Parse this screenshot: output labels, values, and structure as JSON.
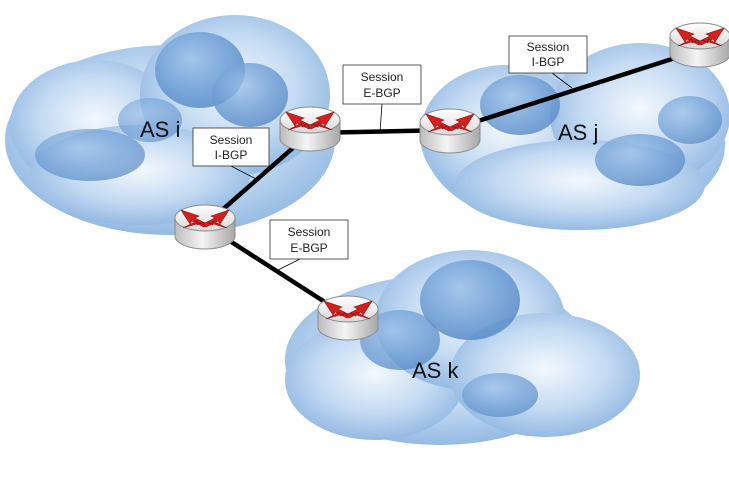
{
  "clouds": {
    "as_i": {
      "label": "AS i"
    },
    "as_j": {
      "label": "AS j"
    },
    "as_k": {
      "label": "AS k"
    }
  },
  "callouts": {
    "ibgp_i": {
      "line1": "Session",
      "line2": "I-BGP"
    },
    "ebgp_ij": {
      "line1": "Session",
      "line2": "E-BGP"
    },
    "ibgp_j": {
      "line1": "Session",
      "line2": "I-BGP"
    },
    "ebgp_ik": {
      "line1": "Session",
      "line2": "E-BGP"
    }
  },
  "colors": {
    "cloud_light": "#dbe9f7",
    "cloud_mid": "#a9c8ea",
    "cloud_dark": "#6f9fd6",
    "link": "#000000",
    "router_body": "#e6e6e6",
    "router_arrow": "#d61f1f"
  }
}
